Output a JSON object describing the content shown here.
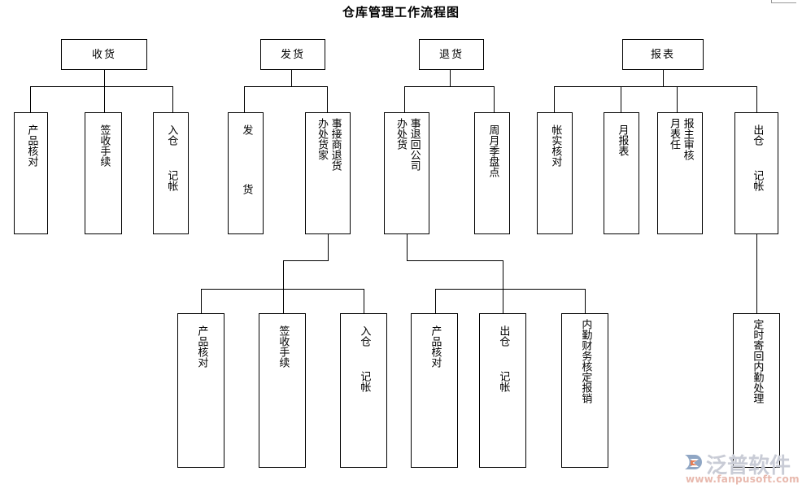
{
  "title": "仓库管理工作流程图",
  "watermark": {
    "brand": "泛普软件",
    "url": "www.fanpusoft.com",
    "brand_color": "#c9ccd6",
    "url_color": "#e8b9ae"
  },
  "colors": {
    "line": "#000000",
    "box_fill": "#ffffff",
    "text": "#000000",
    "background": "#ffffff"
  },
  "diagram": {
    "type": "flowchart",
    "orientation": "top-down",
    "text_direction": "vertical-rl",
    "roots": [
      {
        "id": "receiving",
        "label": "收货"
      },
      {
        "id": "shipping",
        "label": "发货"
      },
      {
        "id": "returns",
        "label": "退货"
      },
      {
        "id": "reports",
        "label": "报表"
      }
    ],
    "level2": [
      {
        "id": "r-check",
        "parent": "receiving",
        "cols": [
          "产品核对"
        ]
      },
      {
        "id": "r-sign",
        "parent": "receiving",
        "cols": [
          "签收手续"
        ]
      },
      {
        "id": "r-in",
        "parent": "receiving",
        "cols": [
          "入仓  记帐"
        ]
      },
      {
        "id": "s-ship",
        "parent": "shipping",
        "cols": [
          "发    货"
        ]
      },
      {
        "id": "s-office",
        "parent": "shipping",
        "cols": [
          "事接商退货",
          "办处货家"
        ]
      },
      {
        "id": "t-office",
        "parent": "returns",
        "cols": [
          "事退回公司",
          "办处货"
        ]
      },
      {
        "id": "t-count",
        "parent": "returns",
        "cols": [
          "周月季盘点"
        ]
      },
      {
        "id": "p-reconcile",
        "parent": "reports",
        "cols": [
          "帐实核对"
        ]
      },
      {
        "id": "p-monthly",
        "parent": "reports",
        "cols": [
          "月报表"
        ]
      },
      {
        "id": "p-approve",
        "parent": "reports",
        "cols": [
          "报主审核",
          "月表任"
        ]
      },
      {
        "id": "p-out",
        "parent": "reports",
        "cols": [
          "出仓  记帐"
        ]
      }
    ],
    "level3": [
      {
        "id": "b-check",
        "parent": "s-office",
        "cols": [
          "产品核对"
        ]
      },
      {
        "id": "b-sign",
        "parent": "s-office",
        "cols": [
          "签收手续"
        ]
      },
      {
        "id": "b-in",
        "parent": "s-office",
        "cols": [
          "入仓  记帐"
        ]
      },
      {
        "id": "b-check2",
        "parent": "t-office",
        "cols": [
          "产品核对"
        ]
      },
      {
        "id": "b-out",
        "parent": "t-office",
        "cols": [
          "出仓  记帐"
        ]
      },
      {
        "id": "b-fin",
        "parent": "t-office",
        "cols": [
          "内勤财务核定报销"
        ]
      },
      {
        "id": "b-mail",
        "parent": "p-out",
        "cols": [
          "定时寄回内勤处理"
        ]
      }
    ]
  }
}
